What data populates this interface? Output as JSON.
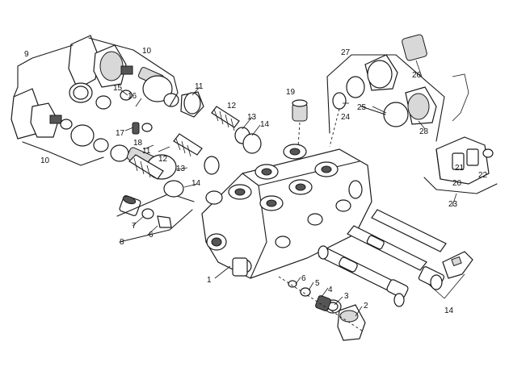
{
  "labels": {
    "l1": "1",
    "l2": "2",
    "l3": "3",
    "l4": "4",
    "l5": "5",
    "l6a": "6",
    "l6b": "6",
    "l7": "7",
    "l8": "8",
    "l9": "9",
    "l10a": "10",
    "l10b": "10",
    "l11a": "11",
    "l11b": "11",
    "l12a": "12",
    "l12b": "12",
    "l13a": "13",
    "l13b": "13",
    "l14a": "14",
    "l14b": "14",
    "l14c": "14",
    "l15": "15",
    "l16": "16",
    "l17": "17",
    "l18": "18",
    "l19": "19",
    "l20": "20",
    "l21": "21",
    "l22": "22",
    "l23": "23",
    "l24": "24",
    "l25": "25",
    "l26": "26",
    "l27": "27",
    "l28": "28"
  }
}
